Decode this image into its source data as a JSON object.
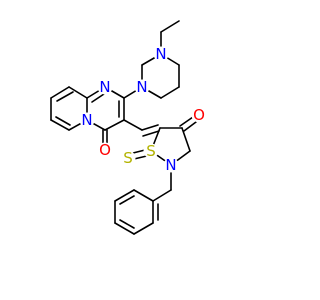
{
  "figure": {
    "type": "chemical-structure",
    "background": "#ffffff",
    "bond_color": "#000000",
    "colors": {
      "N": "#0000ff",
      "O": "#ff0000",
      "S": "#b3b300"
    },
    "atom_labels": {
      "n_ring_top": "N",
      "n_ring_fused": "N",
      "n_pip_lower": "N",
      "n_pip_upper": "N",
      "o_ketone_pyr": "O",
      "s_thiazolidine": "S",
      "n_thiazolidine": "N",
      "o_ketone_thz": "O",
      "s_thione": "S"
    }
  }
}
